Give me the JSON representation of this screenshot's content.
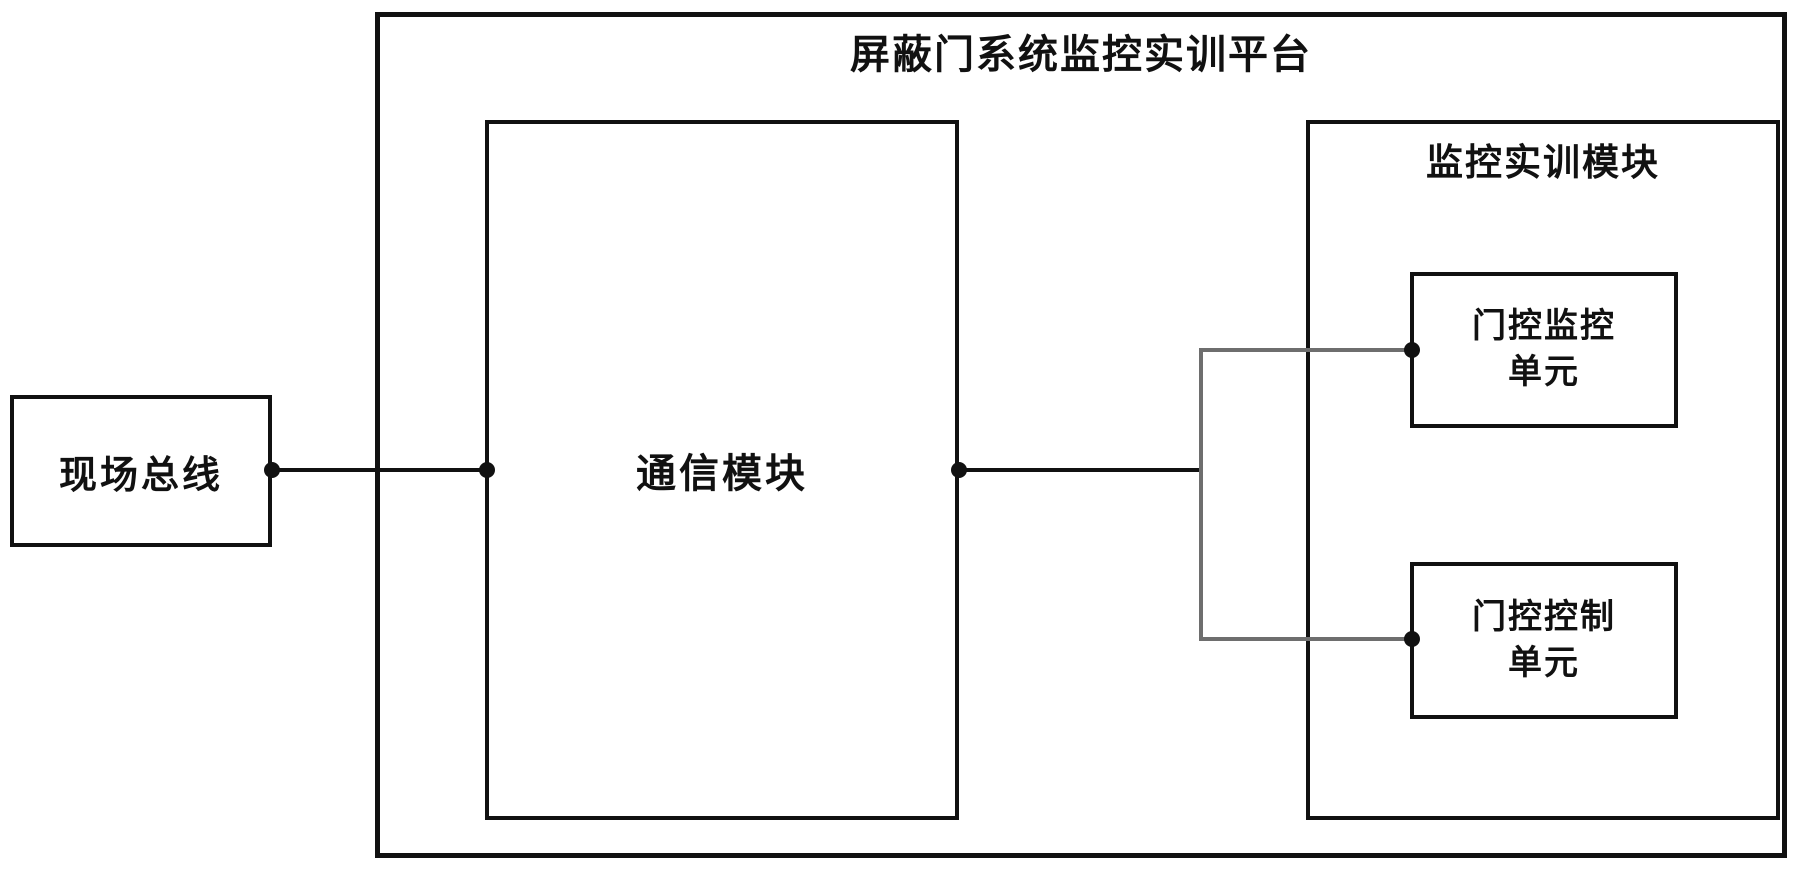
{
  "diagram": {
    "title": "屏蔽门系统监控实训平台",
    "nodes": {
      "fieldbus": {
        "label": "现场总线"
      },
      "comm_module": {
        "label": "通信模块"
      },
      "monitor_training_module": {
        "label": "监控实训模块"
      },
      "door_monitor_unit": {
        "label": "门控监控\n单元"
      },
      "door_control_unit": {
        "label": "门控控制\n单元"
      }
    },
    "connections": [
      {
        "from": "fieldbus",
        "to": "comm_module"
      },
      {
        "from": "comm_module",
        "to": "door_monitor_unit"
      },
      {
        "from": "comm_module",
        "to": "door_control_unit"
      }
    ]
  },
  "colors": {
    "line": "#111111",
    "branch": "#6e6e6e",
    "text": "#111111",
    "bg": "#ffffff"
  }
}
